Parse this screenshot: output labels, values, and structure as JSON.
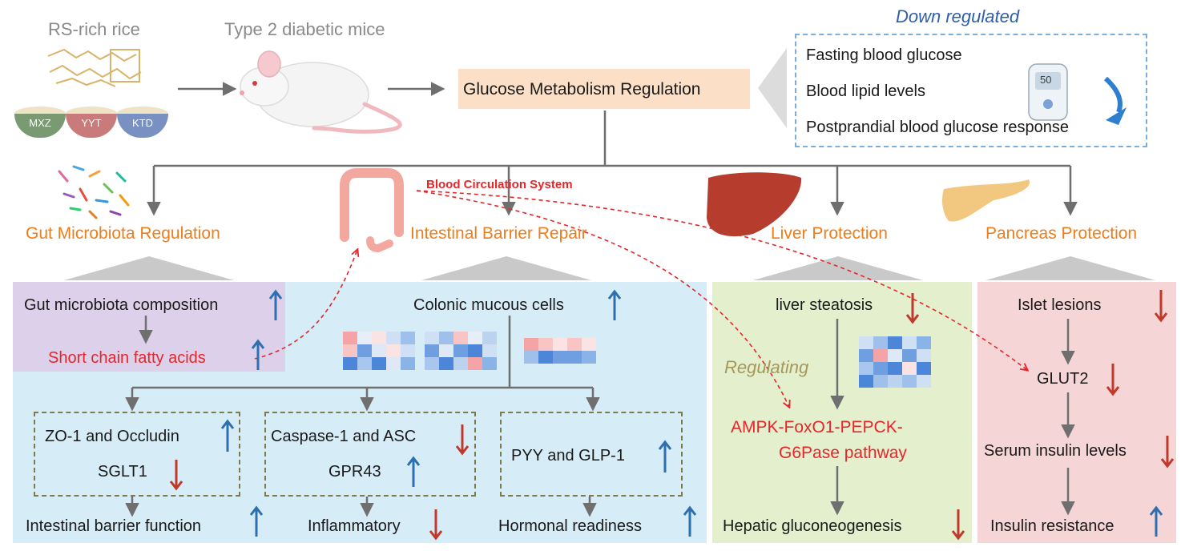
{
  "top": {
    "rs_rice_label": "RS-rich rice",
    "mice_label": "Type 2 diabetic mice",
    "central_box": "Glucose Metabolism Regulation",
    "rice_bowls": [
      "MXZ",
      "YYT",
      "KTD"
    ]
  },
  "down_regulated": {
    "title": "Down regulated",
    "items": [
      "Fasting blood glucose",
      "Blood lipid levels",
      "Postprandial blood glucose response"
    ],
    "meter_reading": "50"
  },
  "blood_circulation": "Blood Circulation System",
  "categories": {
    "gut": "Gut Microbiota Regulation",
    "intestinal": "Intestinal Barrier Repair",
    "liver": "Liver Protection",
    "pancreas": "Pancreas Protection"
  },
  "gut_panel": {
    "composition": "Gut microbiota composition",
    "scfa": "Short chain fatty acids"
  },
  "intestinal_panel": {
    "mucous": "Colonic mucous cells",
    "box1_line1": "ZO-1 and Occludin",
    "box1_line2": "SGLT1",
    "box2_line1": "Caspase-1 and ASC",
    "box2_line2": "GPR43",
    "box3_line1": "PYY and GLP-1",
    "out1": "Intestinal barrier function",
    "out2": "Inflammatory",
    "out3": "Hormonal readiness"
  },
  "liver_panel": {
    "steatosis": "liver steatosis",
    "regulating": "Regulating",
    "pathway_line1": "AMPK-FoxO1-PEPCK-",
    "pathway_line2": "G6Pase pathway",
    "gluconeogenesis": "Hepatic gluconeogenesis"
  },
  "pancreas_panel": {
    "islet": "Islet lesions",
    "glut2": "GLUT2",
    "serum": "Serum insulin levels",
    "resistance": "Insulin resistance"
  },
  "colors": {
    "orange": "#ee7d1b",
    "red": "#e6262a",
    "up_arrow": "#2e6fb0",
    "down_arrow": "#c0392b",
    "intestinal_bg": "#d6ecf7",
    "gut_bg": "#ddd0ea",
    "liver_bg": "#e3efcd",
    "pancreas_bg": "#f6d5d6",
    "central_bg": "#fbe0c7"
  }
}
